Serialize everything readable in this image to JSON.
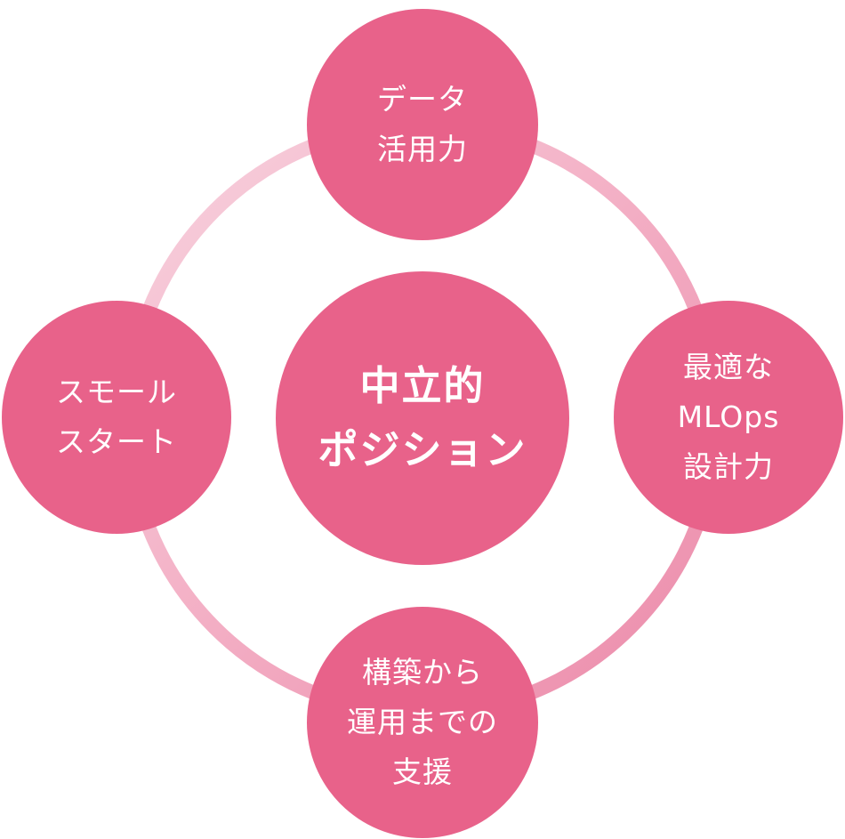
{
  "colors": {
    "node_fill": "#e8628a",
    "ring_gradient_start": "#f8d3df",
    "ring_gradient_end": "#eb8aa9",
    "text": "#ffffff"
  },
  "center": {
    "lines": [
      "中立的",
      "ポジション"
    ]
  },
  "nodes": {
    "top": {
      "lines": [
        "データ",
        "活用力"
      ]
    },
    "right": {
      "lines": [
        "最適な",
        "MLOps",
        "設計力"
      ]
    },
    "bottom": {
      "lines": [
        "構築から",
        "運用までの",
        "支援"
      ]
    },
    "left": {
      "lines": [
        "スモール",
        "スタート"
      ]
    }
  }
}
